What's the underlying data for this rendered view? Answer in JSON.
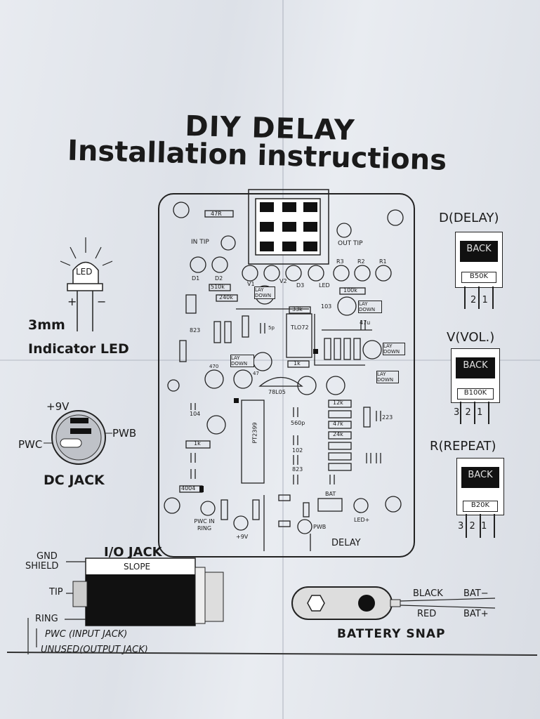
{
  "title": "DIY DELAY",
  "subtitle": "Installation instructions",
  "led": {
    "chip": "LED",
    "plus": "+",
    "minus": "−",
    "size": "3mm",
    "caption": "Indicator LED"
  },
  "dc_jack": {
    "plus9v": "+9V",
    "pwb": "PWB",
    "pwc": "PWC",
    "caption": "DC JACK"
  },
  "io_jack": {
    "title": "I/O JACK",
    "gnd": "GND",
    "shield": "SHIELD",
    "slope": "SLOPE",
    "tip": "TIP",
    "ring": "RING",
    "pwc_note": "PWC (INPUT JACK)",
    "unused_note": "UNUSED(OUTPUT JACK)"
  },
  "battery": {
    "caption": "BATTERY SNAP",
    "black": "BLACK",
    "red": "RED",
    "bat_minus": "BAT−",
    "bat_plus": "BAT+"
  },
  "pots": [
    {
      "label": "D(DELAY)",
      "back": "BACK",
      "value": "B50K",
      "pins": "2  1"
    },
    {
      "label": "V(VOL.)",
      "back": "BACK",
      "value": "B100K",
      "pins": "3  2  1"
    },
    {
      "label": "R(REPEAT)",
      "back": "BACK",
      "value": "B20K",
      "pins": "3  2  1"
    }
  ],
  "board": {
    "in_tip": "IN TIP",
    "out_tip": "OUT TIP",
    "d1": "D1",
    "d2": "D2",
    "v1": "V1",
    "v2": "V2",
    "d3": "D3",
    "led": "LED",
    "r3": "R3",
    "r2": "R2",
    "r1": "R1",
    "r47": "47R",
    "r510k": "510k",
    "r240k": "240k",
    "r100k": "100k",
    "r33k": "33k",
    "r1k": "1k",
    "lay_down": "LAY DOWN",
    "c823": "823",
    "c103": "103",
    "c47u": "47u",
    "tlo72": "TLO72",
    "c5p": "5p",
    "c470": "470",
    "c47": "47",
    "c78l05": "78L05",
    "c104": "104",
    "pt2399": "PT2399",
    "c560p": "560p",
    "c102": "102",
    "r12k": "12k",
    "r47k": "47k",
    "r24k": "24k",
    "c223": "223",
    "r1k_b": "1k",
    "c4004": "4004",
    "pwc_in_ring": "PWC IN RING",
    "nine_v": "+9V",
    "bat": "BAT",
    "pwb": "PWB",
    "led_plus": "LED+",
    "delay": "DELAY"
  },
  "colors": {
    "ink": "#1a1a1a",
    "paper": "#e2e5eb"
  }
}
